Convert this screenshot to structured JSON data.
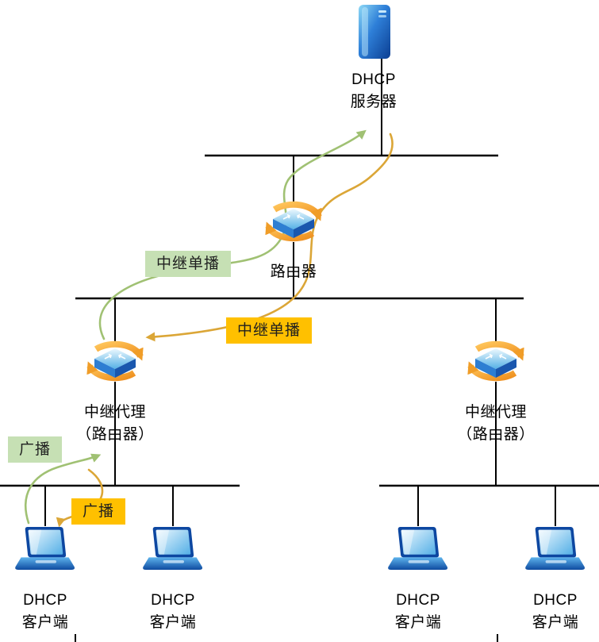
{
  "nodes": {
    "dhcp_server": {
      "label": "DHCP\n服务器",
      "icon": "server-tower-icon"
    },
    "router": {
      "label": "路由器",
      "icon": "router-circular-arrows-icon"
    },
    "relay_left": {
      "label": "中继代理\n（路由器）",
      "icon": "router-circular-arrows-icon"
    },
    "relay_right": {
      "label": "中继代理\n（路由器）",
      "icon": "router-circular-arrows-icon"
    },
    "client_left_1": {
      "label": "DHCP\n客户端",
      "icon": "laptop-icon"
    },
    "client_left_2": {
      "label": "DHCP\n客户端",
      "icon": "laptop-icon"
    },
    "client_right_1": {
      "label": "DHCP\n客户端",
      "icon": "laptop-icon"
    },
    "client_right_2": {
      "label": "DHCP\n客户端",
      "icon": "laptop-icon"
    }
  },
  "badges": {
    "relay_unicast_upstream": {
      "text": "中继单播",
      "bg": "#c6e0b4"
    },
    "relay_unicast_downstream": {
      "text": "中继单播",
      "bg": "#ffc000"
    },
    "broadcast_upstream": {
      "text": "广播",
      "bg": "#c6e0b4"
    },
    "broadcast_downstream": {
      "text": "广播",
      "bg": "#ffc000"
    }
  },
  "colors": {
    "upstream_flow": "#a0c173",
    "downstream_flow": "#dba637",
    "network_line": "#000000",
    "badge_green_bg": "#c6e0b4",
    "badge_orange_bg": "#ffc000"
  }
}
